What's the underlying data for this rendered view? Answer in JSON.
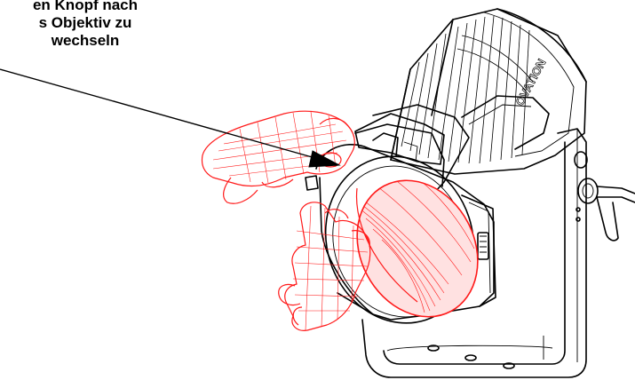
{
  "instruction": {
    "line1": "en Knopf nach",
    "line2": "s Objektiv zu",
    "line3": "wechseln"
  },
  "brand_logo": "OVATION",
  "colors": {
    "line_art": "#000000",
    "highlight": "#ff1a1a",
    "background": "#ffffff"
  }
}
